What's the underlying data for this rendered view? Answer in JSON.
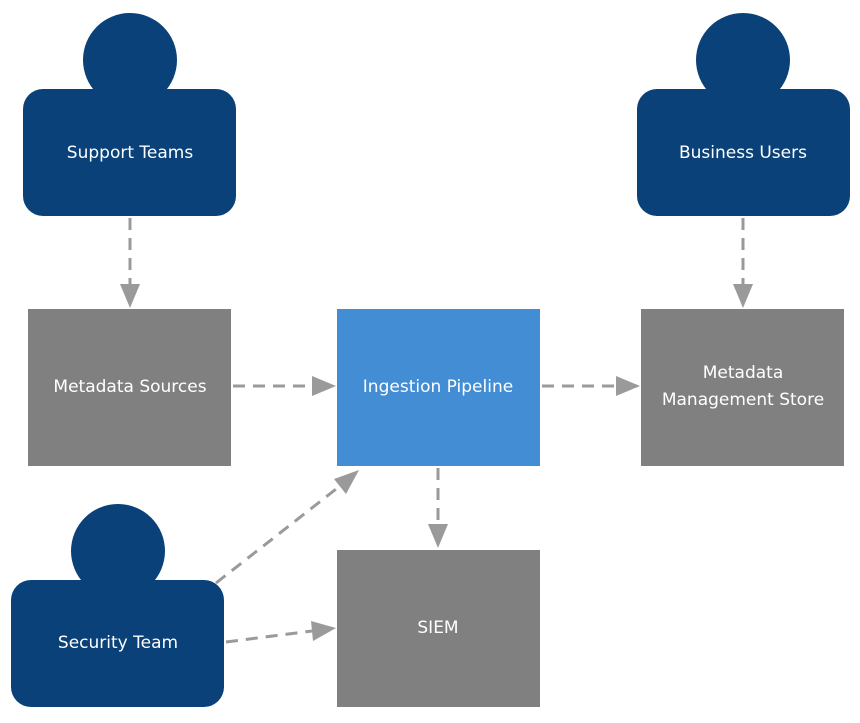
{
  "diagram": {
    "colors": {
      "person": "#0a4178",
      "system": "#808080",
      "focus": "#438dd5",
      "edge": "#9a9a9a",
      "text": "#ffffff"
    },
    "nodes": {
      "support_teams": {
        "label": "Support Teams",
        "kind": "person"
      },
      "business_users": {
        "label": "Business Users",
        "kind": "person"
      },
      "security_team": {
        "label": "Security Team",
        "kind": "person"
      },
      "metadata_sources": {
        "label": "Metadata Sources",
        "kind": "system"
      },
      "ingestion_pipeline": {
        "label": "Ingestion Pipeline",
        "kind": "focus"
      },
      "metadata_store": {
        "label_lines": [
          "Metadata",
          "Management Store"
        ],
        "kind": "system"
      },
      "siem": {
        "label": "SIEM",
        "kind": "system"
      }
    },
    "edges": [
      {
        "from": "support_teams",
        "to": "metadata_sources"
      },
      {
        "from": "business_users",
        "to": "metadata_store"
      },
      {
        "from": "metadata_sources",
        "to": "ingestion_pipeline"
      },
      {
        "from": "ingestion_pipeline",
        "to": "metadata_store"
      },
      {
        "from": "ingestion_pipeline",
        "to": "siem"
      },
      {
        "from": "security_team",
        "to": "ingestion_pipeline"
      },
      {
        "from": "security_team",
        "to": "siem"
      }
    ]
  }
}
